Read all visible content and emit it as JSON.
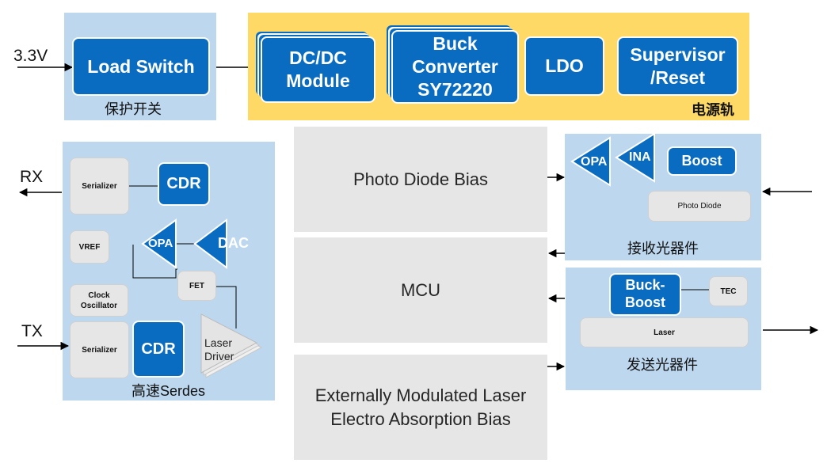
{
  "inputs": {
    "v33": "3.3V",
    "rx": "RX",
    "tx": "TX"
  },
  "load_switch": {
    "label": "Load Switch",
    "caption": "保护开关"
  },
  "power_rail": {
    "caption": "电源轨",
    "dcdc": "DC/DC\nModule",
    "buck": "Buck\nConverter\nSY72220",
    "ldo": "LDO",
    "supervisor": "Supervisor\n/Reset"
  },
  "serdes": {
    "caption": "高速Serdes",
    "serializer_rx": "Serializer",
    "cdr_rx": "CDR",
    "vref": "VREF",
    "opa": "OPA",
    "dac": "DAC",
    "fet": "FET",
    "clock_osc": "Clock\nOscillator",
    "serializer_tx": "Serializer",
    "cdr_tx": "CDR",
    "laser_driver": "Laser\nDriver"
  },
  "center": {
    "photo_diode_bias": "Photo Diode Bias",
    "mcu": "MCU",
    "eml_bias": "Externally Modulated Laser\nElectro Absorption Bias"
  },
  "rx_optics": {
    "caption": "接收光器件",
    "opa": "OPA",
    "ina": "INA",
    "boost": "Boost",
    "photo_diode": "Photo Diode"
  },
  "tx_optics": {
    "caption": "发送光器件",
    "buck_boost": "Buck-\nBoost",
    "tec": "TEC",
    "laser": "Laser"
  },
  "colors": {
    "panel": "#bdd7ee",
    "rail": "#ffd966",
    "block": "#0a6cc1",
    "gray": "#e7e6e6"
  }
}
